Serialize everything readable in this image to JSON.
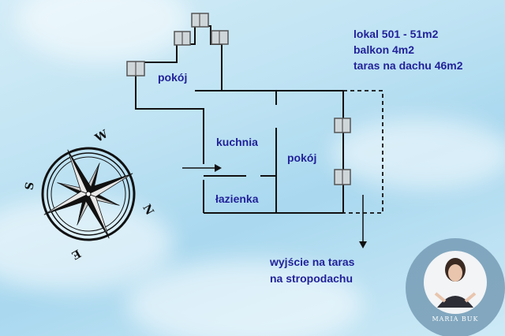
{
  "info": {
    "line1": "lokal 501 - 51m2",
    "line2": "balkon 4m2",
    "line3": "taras na dachu 46m2"
  },
  "rooms": {
    "pokoj_top": "pokój",
    "kuchnia": "kuchnia",
    "pokoj_right": "pokój",
    "lazienka": "łazienka"
  },
  "exit_note": {
    "line1": "wyjście na taras",
    "line2": "na stropodachu"
  },
  "compass": {
    "letters": {
      "w": "W",
      "s": "S",
      "n": "N",
      "e": "E"
    }
  },
  "logo": {
    "name": "MARIA BUK",
    "icon": "real-estate-agent-logo"
  },
  "colors": {
    "text": "#22229a",
    "walls": "#111111",
    "sky": "#bfe3f3"
  }
}
